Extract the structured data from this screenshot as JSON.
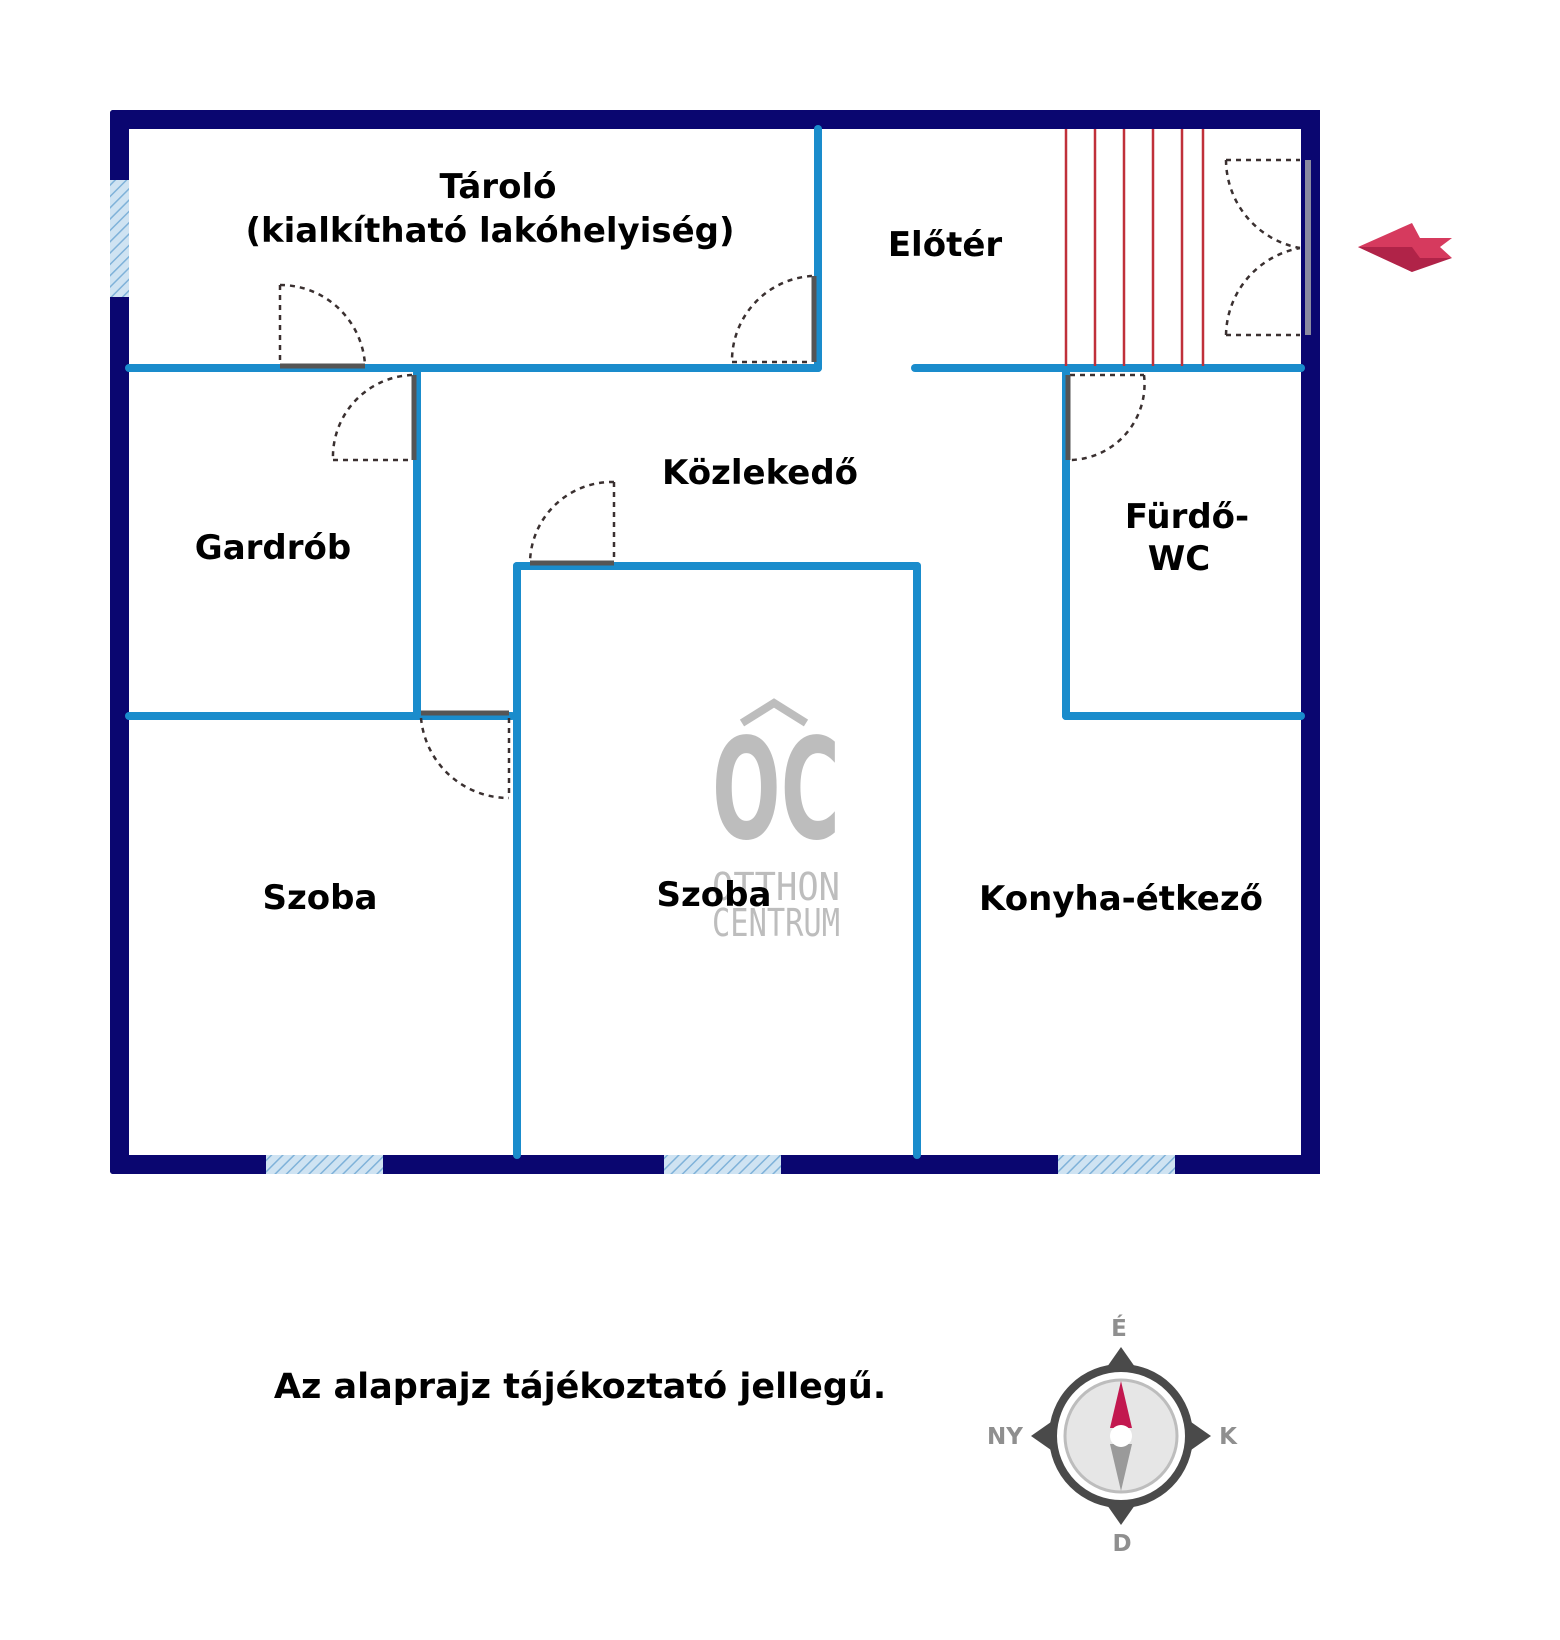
{
  "rooms": {
    "taroló_line1": "Tároló",
    "taroló_line2": "(kialkítható lakóhelyiség)",
    "eloter": "Előtér",
    "kozlekedo": "Közlekedő",
    "gardrob": "Gardrób",
    "furdo_line1": "Fürdő-",
    "furdo_line2": "WC",
    "szoba_left": "Szoba",
    "szoba_middle": "Szoba",
    "konyha": "Konyha-étkező"
  },
  "logo": {
    "mark": "OC",
    "line1": "OTTHON",
    "line2": "CENTRUM"
  },
  "note": "Az alaprajz tájékoztató jellegű.",
  "compass": {
    "north": "É",
    "east": "K",
    "south": "D",
    "west": "NY"
  },
  "colors": {
    "outer_wall": "#0a0670",
    "inner_wall": "#1a8ccc",
    "window": "#a9cbe4",
    "stairs": "#c0303a",
    "entrance_arrow": "#d63a5e",
    "logo": "#bdbdbd",
    "compass_ring": "#4a4a4a"
  },
  "icons": {
    "entrance": "arrow-left-icon",
    "compass": "compass-icon",
    "logo": "otthon-centrum-logo"
  }
}
